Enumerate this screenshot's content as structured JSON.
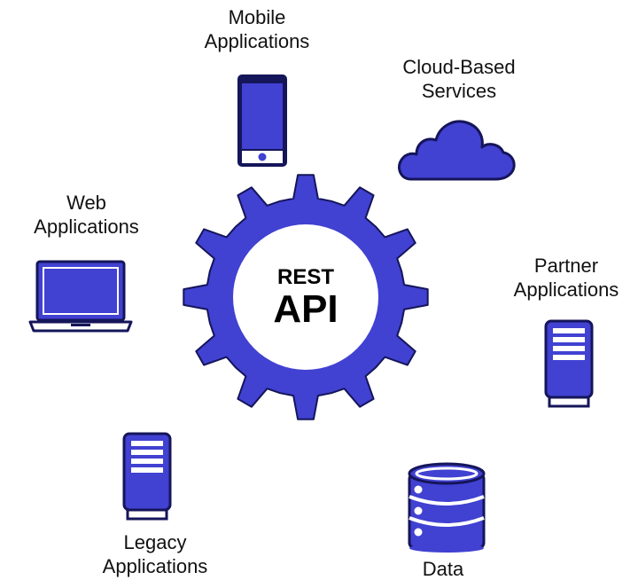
{
  "center": {
    "line1": "REST",
    "line2": "API"
  },
  "colors": {
    "accent": "#4141d2",
    "outline": "#15155a",
    "ink": "#111111"
  },
  "nodes": {
    "mobile": {
      "line1": "Mobile",
      "line2": "Applications",
      "icon": "smartphone-icon"
    },
    "cloud": {
      "line1": "Cloud-Based",
      "line2": "Services",
      "icon": "cloud-icon"
    },
    "web": {
      "line1": "Web",
      "line2": "Applications",
      "icon": "laptop-icon"
    },
    "partner": {
      "line1": "Partner",
      "line2": "Applications",
      "icon": "server-icon"
    },
    "legacy": {
      "line1": "Legacy",
      "line2": "Applications",
      "icon": "server-icon"
    },
    "data": {
      "line1": "Data",
      "icon": "database-icon"
    }
  }
}
